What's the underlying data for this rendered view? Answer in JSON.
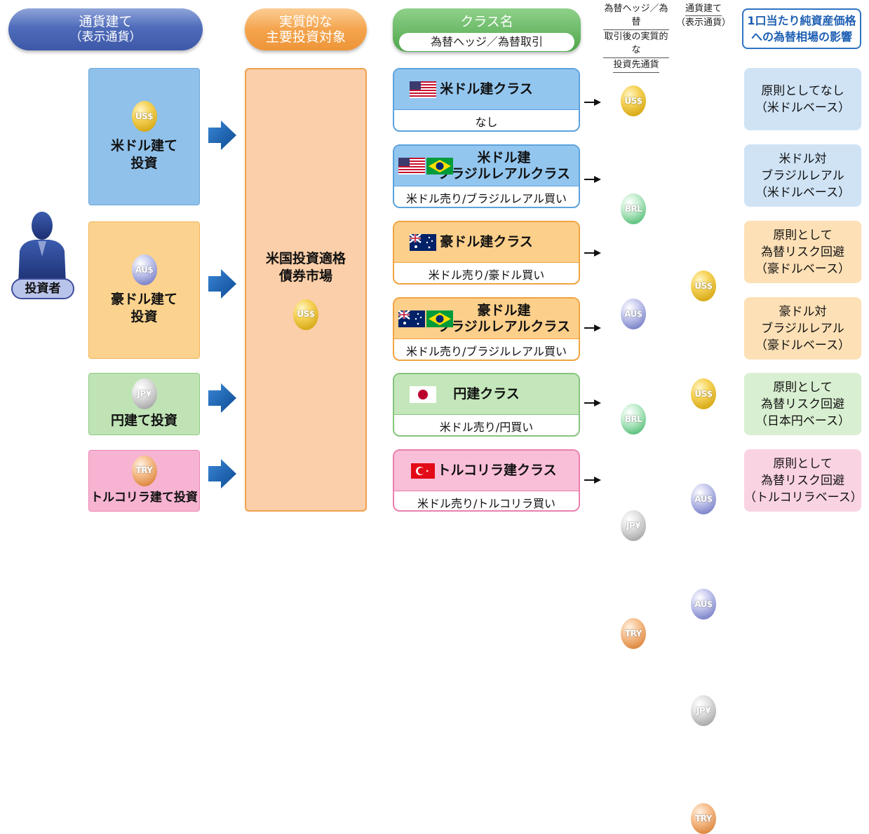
{
  "headers": {
    "currency": {
      "line1": "通貨建て",
      "line2": "（表示通貨）"
    },
    "asset": {
      "line1": "実質的な",
      "line2": "主要投資対象"
    },
    "class": {
      "title": "クラス名",
      "sub": "為替ヘッジ／為替取引"
    },
    "hedge": {
      "line1": "為替ヘッジ／為替",
      "line2": "取引後の実質的な",
      "line3": "投資先通貨"
    },
    "display": {
      "line1": "通貨建て",
      "line2": "（表示通貨）"
    },
    "impact": {
      "line1": "1口当たり純資産価格",
      "line2": "への為替相場の影響"
    }
  },
  "investor": {
    "label": "投資者"
  },
  "left_boxes": [
    {
      "coin": "US$",
      "line1": "米ドル建て",
      "line2": "投資"
    },
    {
      "coin": "AU$",
      "line1": "豪ドル建て",
      "line2": "投資"
    },
    {
      "coin": "JP¥",
      "line1": "円建て投資",
      "line2": ""
    },
    {
      "coin": "TRY",
      "line1": "トルコリラ建て投資",
      "line2": ""
    }
  ],
  "market": {
    "line1": "米国投資適格",
    "line2": "債券市場",
    "coin": "US$"
  },
  "classes": [
    {
      "name1": "米ドル建クラス",
      "name2": "",
      "hedge": "なし",
      "hedge_coin": "US$",
      "display_coin": "US$",
      "impact1": "原則としてなし",
      "impact2": "（米ドルベース）",
      "impact3": ""
    },
    {
      "name1": "米ドル建",
      "name2": "ブラジルレアルクラス",
      "hedge": "米ドル売り/ブラジルレアル買い",
      "hedge_coin": "BRL",
      "display_coin": "US$",
      "impact1": "米ドル対",
      "impact2": "ブラジルレアル",
      "impact3": "（米ドルベース）"
    },
    {
      "name1": "豪ドル建クラス",
      "name2": "",
      "hedge": "米ドル売り/豪ドル買い",
      "hedge_coin": "AU$",
      "display_coin": "AU$",
      "impact1": "原則として",
      "impact2": "為替リスク回避",
      "impact3": "（豪ドルベース）"
    },
    {
      "name1": "豪ドル建",
      "name2": "ブラジルレアルクラス",
      "hedge": "米ドル売り/ブラジルレアル買い",
      "hedge_coin": "BRL",
      "display_coin": "AU$",
      "impact1": "豪ドル対",
      "impact2": "ブラジルレアル",
      "impact3": "（豪ドルベース）"
    },
    {
      "name1": "円建クラス",
      "name2": "",
      "hedge": "米ドル売り/円買い",
      "hedge_coin": "JP¥",
      "display_coin": "JP¥",
      "impact1": "原則として",
      "impact2": "為替リスク回避",
      "impact3": "（日本円ベース）"
    },
    {
      "name1": "トルコリラ建クラス",
      "name2": "",
      "hedge": "米ドル売り/トルコリラ買い",
      "hedge_coin": "TRY",
      "display_coin": "TRY",
      "impact1": "原則として",
      "impact2": "為替リスク回避",
      "impact3": "（トルコリラベース）"
    }
  ],
  "colors": {
    "blue": "#93c6ef",
    "orange": "#fccf8b",
    "green": "#c4e6bb",
    "pink": "#f9bfd8",
    "arrow": "#1f5fa6"
  }
}
